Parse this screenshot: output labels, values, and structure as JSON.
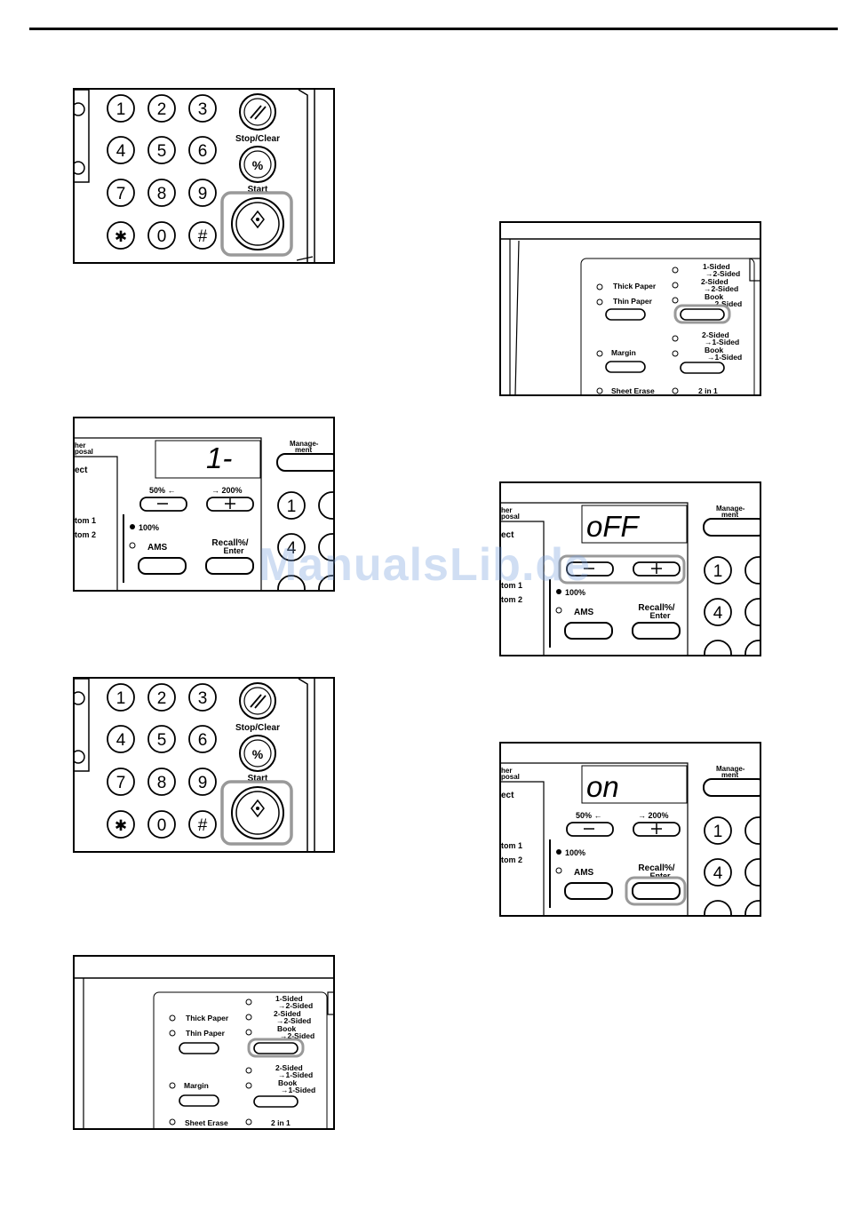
{
  "keypad": {
    "keys": [
      "1",
      "2",
      "3",
      "4",
      "5",
      "6",
      "7",
      "8",
      "9",
      "✱",
      "0",
      "#"
    ],
    "stop_clear_label": "Stop/Clear",
    "start_label": "Start"
  },
  "setting_panel": {
    "thick_paper": "Thick Paper",
    "thin_paper": "Thin Paper",
    "margin": "Margin",
    "sheet_erase": "Sheet Erase",
    "one_sided": "1-Sided",
    "to_two_sided_a": "→2-Sided",
    "two_sided": "2-Sided",
    "to_two_sided_b": "→2-Sided",
    "book": "Book",
    "to_two_sided_c": "→2-Sided",
    "two_sided_b": "2-Sided",
    "to_one_sided_a": "→1-Sided",
    "book_b": "Book",
    "to_one_sided_b": "→1-Sided",
    "two_in_one": "2 in 1"
  },
  "zoom_panel": {
    "other_label": "her",
    "proposal_label": "posal",
    "select_label": "ect",
    "bottom1": "tom 1",
    "bottom2": "tom 2",
    "zoom_out": "50% ←",
    "zoom_in": "→ 200%",
    "zoom_100": "100%",
    "ams": "AMS",
    "recall_enter_1": "Recall%/",
    "recall_enter_2": "Enter",
    "management_1": "Manage-",
    "management_2": "ment",
    "displays": [
      "1-",
      "oFF",
      "on"
    ]
  },
  "watermark": "ManualsLib.de"
}
